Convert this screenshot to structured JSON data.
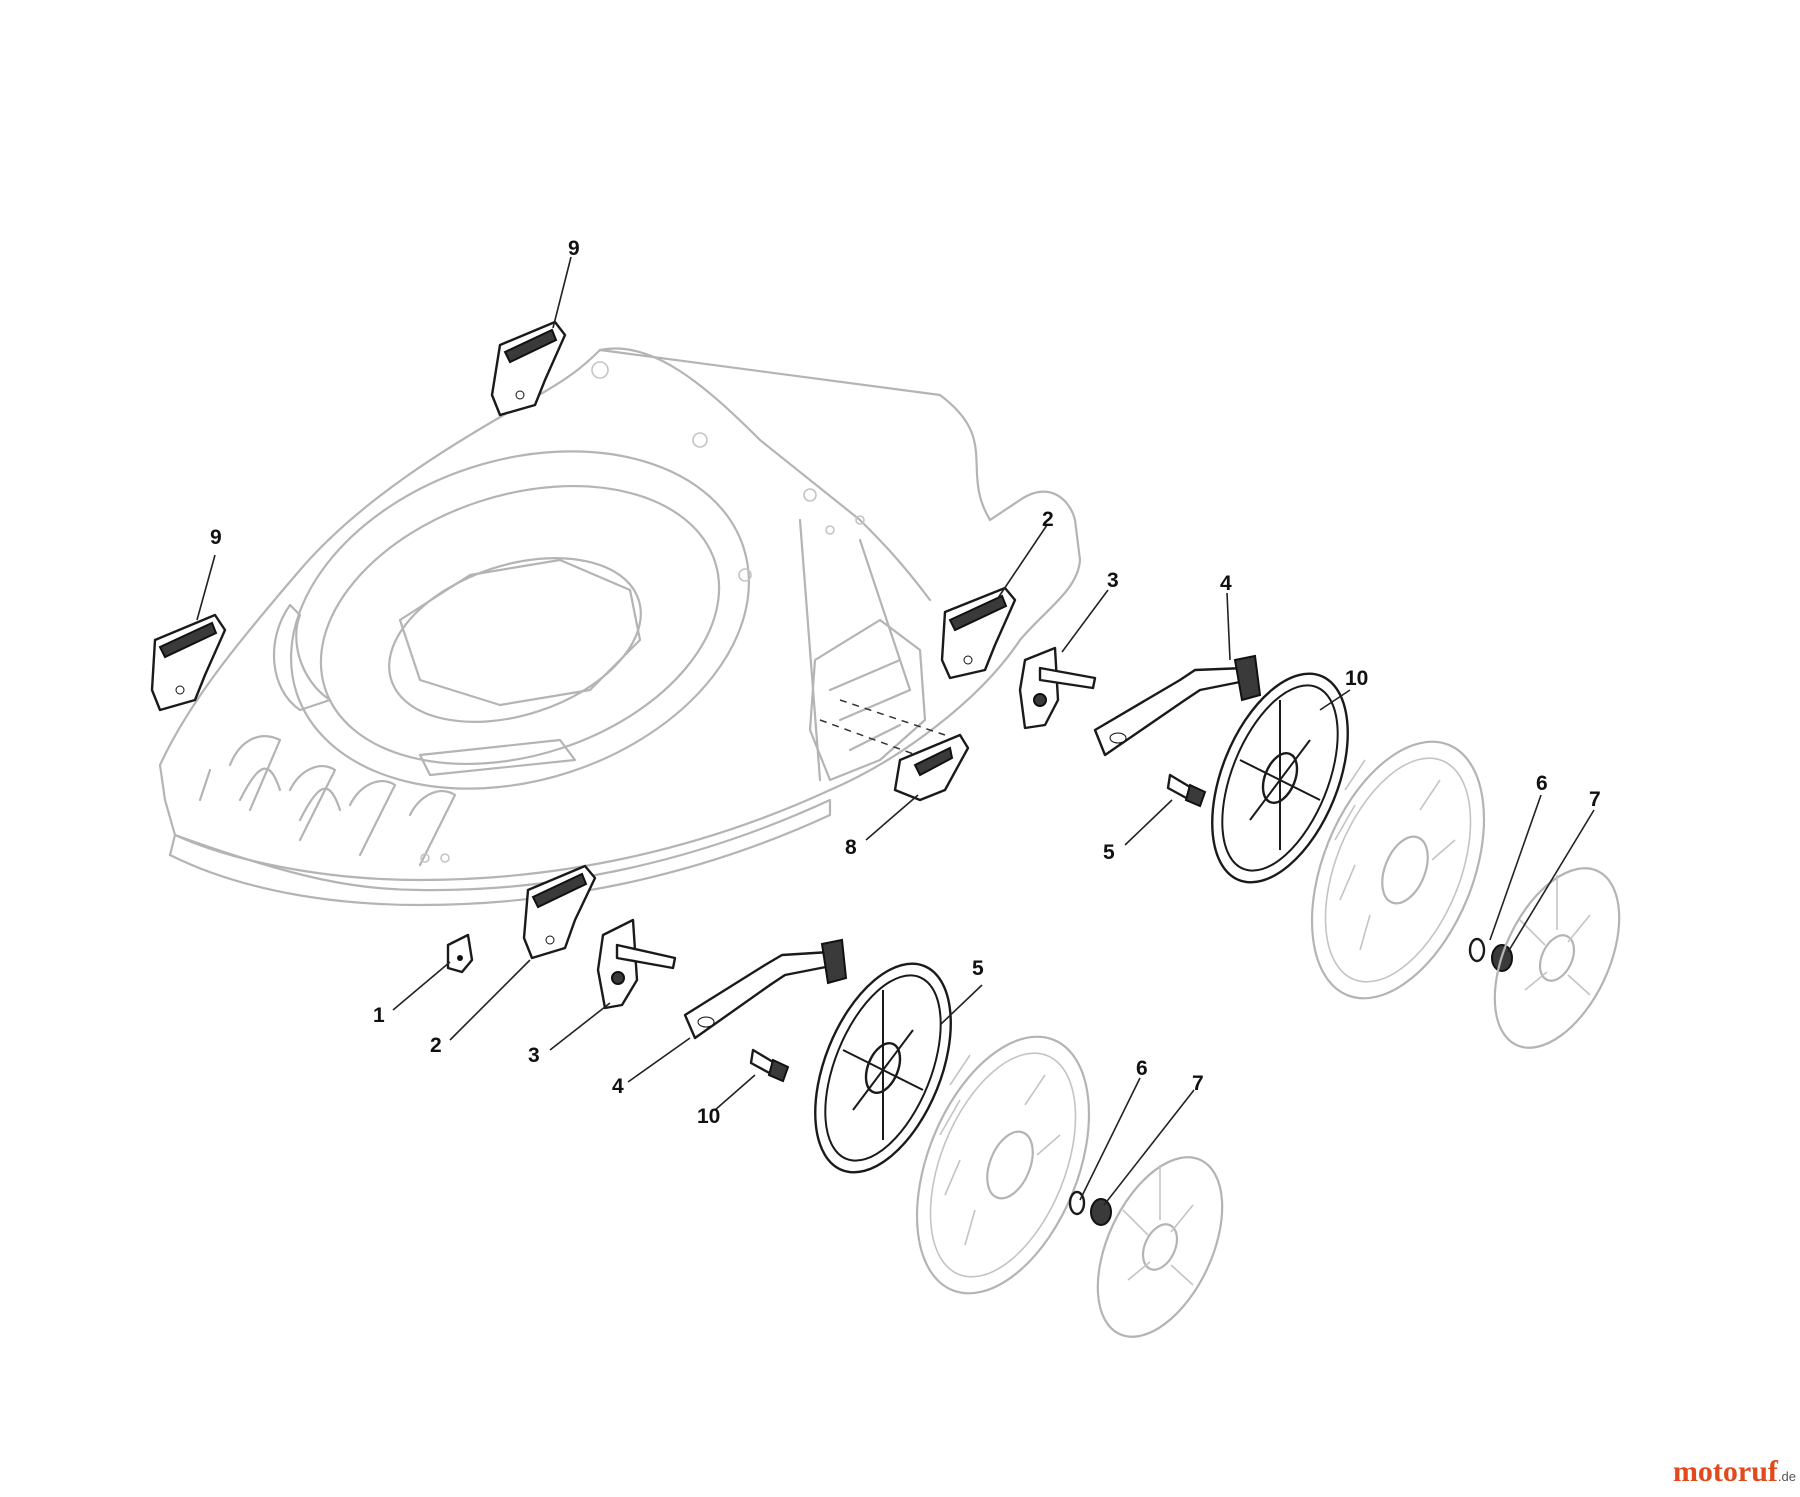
{
  "callouts": [
    {
      "label": "9"
    },
    {
      "label": "9"
    },
    {
      "label": "2"
    },
    {
      "label": "3"
    },
    {
      "label": "4"
    },
    {
      "label": "10"
    },
    {
      "label": "6"
    },
    {
      "label": "7"
    },
    {
      "label": "8"
    },
    {
      "label": "5"
    },
    {
      "label": "1"
    },
    {
      "label": "2"
    },
    {
      "label": "3"
    },
    {
      "label": "4"
    },
    {
      "label": "10"
    },
    {
      "label": "5"
    },
    {
      "label": "6"
    },
    {
      "label": "7"
    }
  ],
  "watermark": {
    "brand": "motoruf",
    "tld": ".de"
  },
  "colors": {
    "parts": "#1a1a1a",
    "ghost": "#b4b4b4",
    "watermark": "#e04a1d"
  }
}
